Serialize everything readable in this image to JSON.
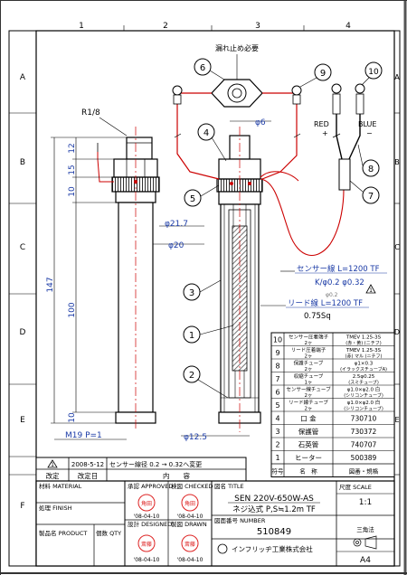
{
  "grid": {
    "columns": [
      "1",
      "2",
      "3",
      "4"
    ],
    "rows": [
      "A",
      "B",
      "C",
      "D",
      "E",
      "F"
    ]
  },
  "notes": {
    "drain_hole": "漏れ止め必要",
    "thread": "R1/8",
    "sensor_wire": "センサー線  L=1200 TF",
    "sensor_wire_spec": "K/φ0.2 φ0.32",
    "sensor_wire_spec_old": "φ0.2",
    "lead_wire": "リード線  L=1200 TF",
    "lead_wire_spec": "0.75Sq",
    "red": "RED",
    "red_sign": "+",
    "blue": "BLUE",
    "blue_sign": "−"
  },
  "dimensions": {
    "d6": "φ6",
    "d21_7": "φ21.7",
    "d20": "φ20",
    "d12_5": "φ12.5",
    "thread": "M19 P=1",
    "l147": "147",
    "l100": "100",
    "l12": "12",
    "l15": "15",
    "l10a": "10",
    "l10b": "10"
  },
  "balloons": [
    "1",
    "2",
    "3",
    "4",
    "5",
    "6",
    "7",
    "8",
    "9",
    "10"
  ],
  "parts_list": [
    {
      "no": "10",
      "name1": "センサー圧着端子",
      "name2": "2ヶ",
      "mat1": "TMEV 1.25-3S",
      "mat2": "(赤・黄) (ニチフ)"
    },
    {
      "no": "9",
      "name1": "リード圧着端子",
      "name2": "2ヶ",
      "mat1": "TMEV 1.25-3S",
      "mat2": "(赤) マル (ニチフ)"
    },
    {
      "no": "8",
      "name1": "保護チューブ",
      "name2": "2ヶ",
      "mat1": "φ1×0.3",
      "mat2": "(イラックスチューブA)"
    },
    {
      "no": "7",
      "name1": "収縮チューブ",
      "name2": "1ヶ",
      "mat1": "2.5φ0.25",
      "mat2": "(スミチューブ)"
    },
    {
      "no": "6",
      "name1": "センサー線チューブ",
      "name2": "2ヶ",
      "mat1": "φ1.0×φ2.0 白",
      "mat2": "(シリコンチューブ)"
    },
    {
      "no": "5",
      "name1": "リード線チューブ",
      "name2": "2ヶ",
      "mat1": "φ1.0×φ2.0 白",
      "mat2": "(シリコンチューブ)"
    },
    {
      "no": "4",
      "name1": "口 金",
      "name2": "",
      "mat1": "730710",
      "mat2": ""
    },
    {
      "no": "3",
      "name1": "保護管",
      "name2": "",
      "mat1": "730372",
      "mat2": ""
    },
    {
      "no": "2",
      "name1": "石英管",
      "name2": "",
      "mat1": "740707",
      "mat2": ""
    },
    {
      "no": "1",
      "name1": "ヒーター",
      "name2": "",
      "mat1": "500389",
      "mat2": ""
    }
  ],
  "parts_header": {
    "no": "符号",
    "name": "名　称",
    "material": "図番・規格"
  },
  "revision": {
    "mark": "1",
    "date": "2008-5-12",
    "text": "センサー線径 0.2 → 0.32へ変更",
    "h_change": "改定",
    "h_date": "改定日",
    "h_content": "内　　容"
  },
  "title_block": {
    "material_label": "材料 MATERIAL",
    "finish_label": "処理 FINISH",
    "product_label": "製品名 PRODUCT",
    "qty_label": "個数 QTY",
    "approved_label": "承認 APPROVED",
    "checked_label": "検図 CHECKED",
    "designed_label": "設計 DESIGNED",
    "drawn_label": "製図 DRAWN",
    "stamp_approved": "角田",
    "stamp_checked": "角田",
    "stamp_designed": "斎藤",
    "stamp_drawn": "斎藤",
    "date_approved": "'08-04-10",
    "date_checked": "'08-04-10",
    "date_designed": "'08-04-10",
    "date_drawn": "'08-04-10",
    "title_label": "図名 TITLE",
    "title_line1": "SEN 220V-650W-AS",
    "title_line2": "ネジ込式 P,S≒1.2m TF",
    "number_label": "図面番号 NUMBER",
    "number": "510849",
    "company": "インフリッヂ工業株式会社",
    "scale_label": "尺度 SCALE",
    "scale": "1:1",
    "projection": "三角法",
    "size": "A4"
  }
}
